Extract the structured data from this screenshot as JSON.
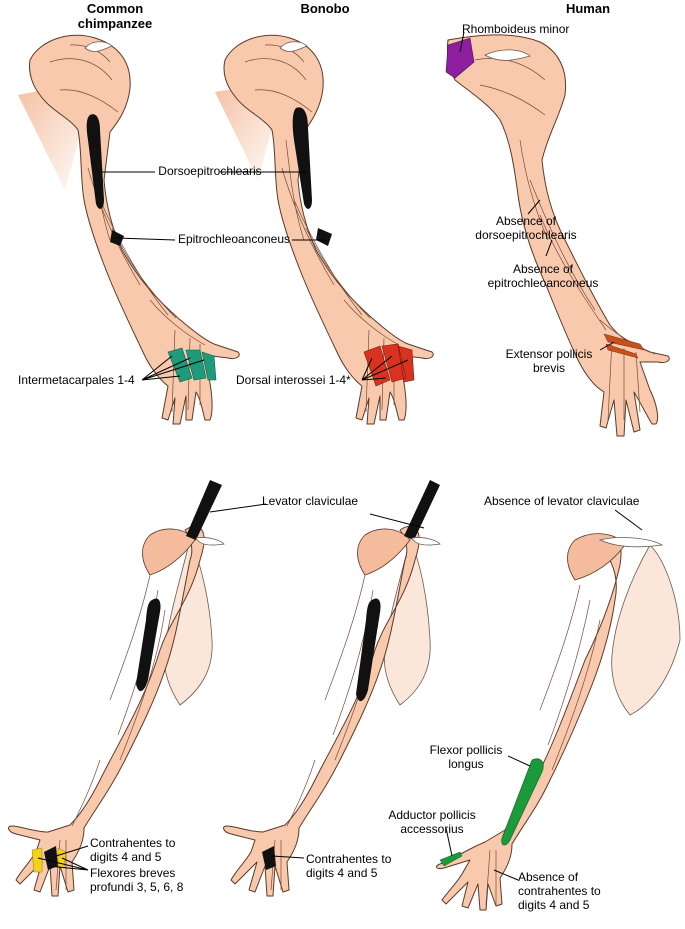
{
  "columns": {
    "chimp": "Common\nchimpanzee",
    "bonobo": "Bonobo",
    "human": "Human"
  },
  "labels": {
    "dorsoepitrochlearis": "Dorsoepitrochlearis",
    "epitrochleoanconeus": "Epitrochleoanconeus",
    "intermetacarpales": "Intermetacarpales 1-4",
    "dorsal_interossei": "Dorsal interossei 1-4*",
    "rhomboideus_minor": "Rhomboideus minor",
    "absence_dorso": "Absence of\ndorsoepitrochlearis",
    "absence_epi": "Absence of\nepitrochleoanconeus",
    "extensor_pollicis": "Extensor pollicis\nbrevis",
    "levator_claviculae": "Levator claviculae",
    "absence_levator": "Absence of levator claviculae",
    "flexor_pollicis_longus": "Flexor pollicis\nlongus",
    "adductor_pollicis": "Adductor pollicis\naccessorius",
    "contrahentes_chimp": "Contrahentes to\ndigits 4 and 5",
    "flexores_breves": "Flexores breves\nprofundi 3, 5, 6, 8",
    "contrahentes_bonobo": "Contrahentes to\ndigits 4 and 5",
    "absence_contrahentes": "Absence of\ncontrahentes to\ndigits 4 and 5"
  },
  "colors": {
    "skin": "#f8c9ac",
    "outline": "#5a3a2a",
    "highlight_black": "#111111",
    "intermetacarpales_teal": "#1f9a7a",
    "dorsal_interossei_red": "#d9331f",
    "rhomboideus_purple": "#8e1f9e",
    "extensor_orange": "#c8501c",
    "flexor_green": "#1a9a3a",
    "flexores_yellow": "#f2d21a"
  }
}
